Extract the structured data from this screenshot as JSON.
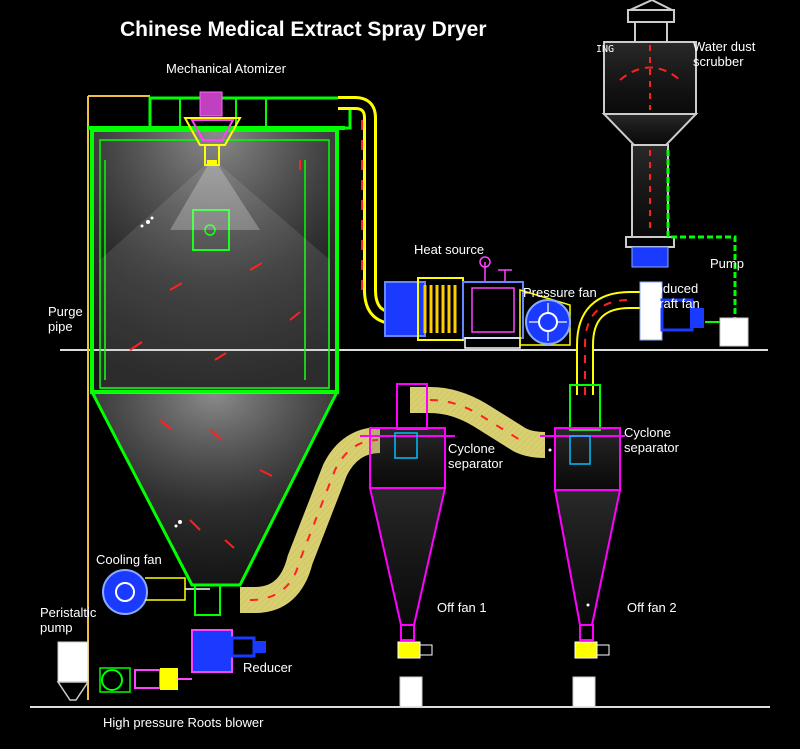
{
  "title": "Chinese Medical Extract Spray Dryer",
  "labels": {
    "atomizer": "Mechanical Atomizer",
    "water_scrubber": "Water dust\nscrubber",
    "heat_source": "Heat source",
    "pressure_fan": "Pressure fan",
    "induced_fan": "Induced\ndraft fan",
    "pump": "Pump",
    "purge_pipe": "Purge\npipe",
    "cyclone1": "Cyclone\nseparator",
    "cyclone2": "Cyclone\nseparator",
    "cooling_fan": "Cooling fan",
    "peristaltic": "Peristaltic\npump",
    "reducer": "Reducer",
    "off_fan1": "Off fan 1",
    "off_fan2": "Off fan 2",
    "roots_blower": "High pressure Roots blower",
    "ing": "ING"
  },
  "colors": {
    "chamber": "#00ff00",
    "cyclone": "#ff00ff",
    "pipe": "#ffff00",
    "duct": "#e6e070",
    "fan": "#3366ff",
    "ground": "#ffffff",
    "accent_red": "#ff2020"
  }
}
